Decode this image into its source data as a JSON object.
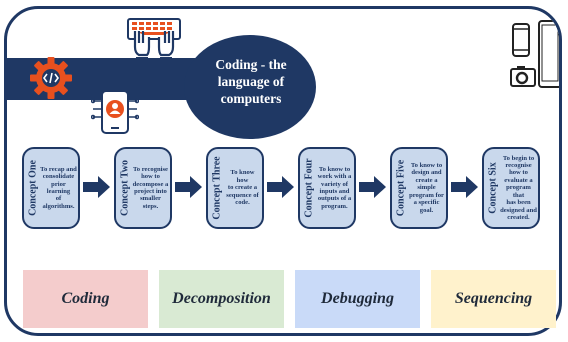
{
  "title_lines": [
    "Coding - the",
    "language of",
    "computers"
  ],
  "concepts": [
    {
      "label": "Concept One",
      "text": [
        "To recap and",
        "consolidate",
        "prior learning",
        "of algorithms."
      ]
    },
    {
      "label": "Concept Two",
      "text": [
        "To recognise",
        "how to",
        "decompose a",
        "project into",
        "smaller steps."
      ]
    },
    {
      "label": "Concept Three",
      "text": [
        "To know how",
        "to create a",
        "sequence of",
        "code."
      ]
    },
    {
      "label": "Concept Four",
      "text": [
        "To know to",
        "work with a",
        "variety of",
        "inputs and",
        "outputs of a",
        "program."
      ]
    },
    {
      "label": "Concept Five",
      "text": [
        "To know to",
        "design and",
        "create a",
        "simple",
        "program for",
        "a specific",
        "goal."
      ]
    },
    {
      "label": "Concept Six",
      "text": [
        "To begin to",
        "recognise",
        "how to",
        "evaluate a",
        "program that",
        "has been",
        "designed and",
        "created."
      ]
    }
  ],
  "tags": [
    {
      "label": "Coding",
      "color": "#f4cccc"
    },
    {
      "label": "Decomposition",
      "color": "#d9ead3"
    },
    {
      "label": "Debugging",
      "color": "#c9daf8"
    },
    {
      "label": "Sequencing",
      "color": "#fff2cc"
    }
  ],
  "colors": {
    "navy": "#1f3864",
    "card": "#c9d8ec",
    "gear": "#e8501e"
  },
  "icons": [
    "gear-code-icon",
    "keyboard-hands-icon",
    "tablet-user-icon",
    "smartphone-icon",
    "camera-icon",
    "tablet-icon"
  ]
}
